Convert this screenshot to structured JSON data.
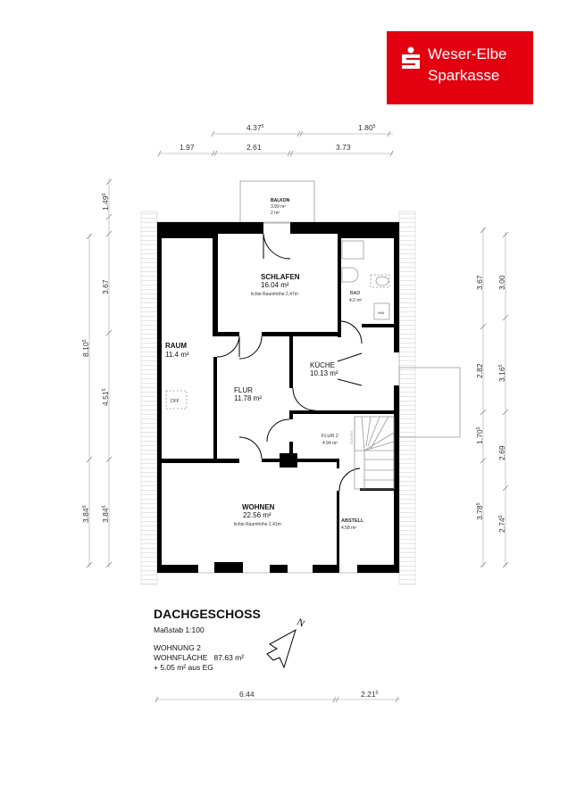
{
  "brand": {
    "line1": "Weser-Elbe",
    "line2": "Sparkasse",
    "color": "#e3000f"
  },
  "plan": {
    "title": "DACHGESCHOSS",
    "scale": "Maßstab 1:100",
    "unit": "WOHNUNG 2",
    "living_area_label": "WOHNFLÄCHE",
    "living_area_value": "87.63 m²",
    "extra_area": "+ 5.05 m² aus EG",
    "north_label": "N"
  },
  "rooms": {
    "balkon": {
      "name": "BALKON",
      "area": "3.99 m²",
      "extra": "2 m²"
    },
    "schlafen": {
      "name": "SCHLAFEN",
      "area": "16.04 m²",
      "note": "lichte Raumhöhe 2,47m"
    },
    "bad": {
      "name": "BAD",
      "area": "4.2 m²",
      "wm": "WM"
    },
    "raum": {
      "name": "RAUM",
      "area": "11.4 m²",
      "dff": "DFF"
    },
    "kueche": {
      "name": "KÜCHE",
      "area": "10.13 m²"
    },
    "flur": {
      "name": "FLUR",
      "area": "11.78 m²"
    },
    "flur2": {
      "name": "FLUR 2",
      "area": "4.94 m²",
      "stair": "ZUM EG"
    },
    "wohnen": {
      "name": "WOHNEN",
      "area": "22.56 m²",
      "note": "lichte Raumhöhe 2,41m"
    },
    "abstell": {
      "name": "ABSTELL",
      "area": "4.58 m²"
    }
  },
  "dimensions": {
    "top1": [
      {
        "v": "4.37",
        "s": "5"
      },
      {
        "v": "1.80",
        "s": "5"
      }
    ],
    "top2": [
      {
        "v": "1.97"
      },
      {
        "v": "2.61"
      },
      {
        "v": "3.73"
      }
    ],
    "left_outer": [
      {
        "v": "8.10",
        "s": "5"
      },
      {
        "v": "3.84",
        "s": "5"
      }
    ],
    "left_inner": [
      {
        "v": "1.49",
        "s": "5"
      },
      {
        "v": "3.67"
      },
      {
        "v": "4.51",
        "s": "5"
      },
      {
        "v": "3.84",
        "s": "5"
      }
    ],
    "right_inner": [
      {
        "v": "3.67"
      },
      {
        "v": "2.82"
      },
      {
        "v": "1.70",
        "s": "5"
      },
      {
        "v": "3.78",
        "s": "5"
      }
    ],
    "right_outer": [
      {
        "v": "3.00"
      },
      {
        "v": "3.16",
        "s": "5"
      },
      {
        "v": "2.69"
      },
      {
        "v": "2.74",
        "s": "5"
      }
    ],
    "bottom": [
      {
        "v": "6.44"
      },
      {
        "v": "2.21",
        "s": "5"
      }
    ]
  }
}
